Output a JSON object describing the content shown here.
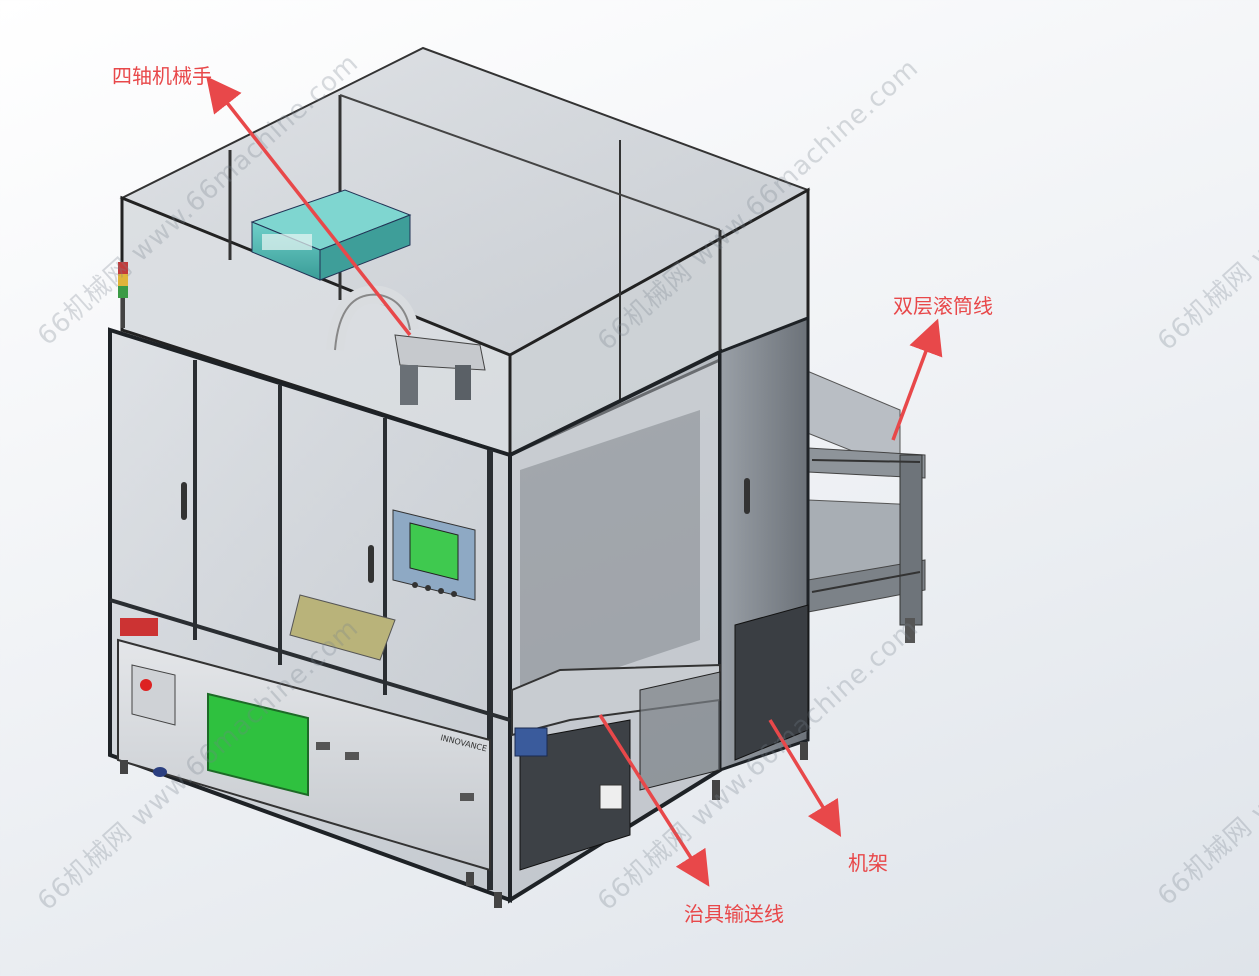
{
  "callouts": {
    "robot_arm": "四轴机械手",
    "double_roller_line": "双层滚筒线",
    "frame": "机架",
    "fixture_conveyor": "治具输送线"
  },
  "machine_branding": "INNOVANCE",
  "watermarks": [
    "66机械网 www.66machine.com",
    "66机械网 www.66machine.com",
    "66机械网 www.66machine.com",
    "66机械网 www.66machine.com",
    "66机械网 www.66machine.com",
    "66机械网 www.66machine.com"
  ],
  "colors": {
    "callout": "#e8484a",
    "frame_dark": "#2e3236",
    "panel_green": "#2fc13f",
    "controller_teal": "#4fb8b3",
    "glass": "#c9ced4"
  }
}
